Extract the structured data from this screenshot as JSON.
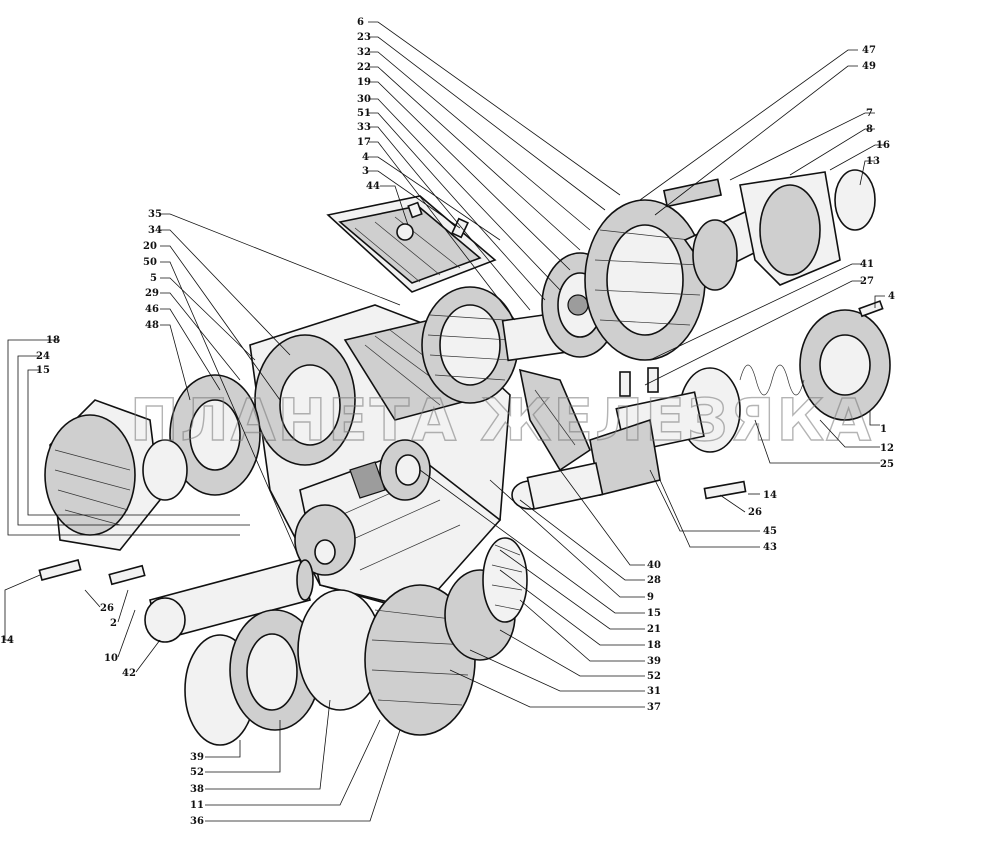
{
  "diagram": {
    "watermark": "ПЛАНЕТА ЖЕЛЕЗЯКА",
    "callouts": {
      "c6": "6",
      "c23": "23",
      "c32": "32",
      "c22": "22",
      "c19": "19",
      "c30": "30",
      "c51": "51",
      "c33": "33",
      "c17": "17",
      "c4a": "4",
      "c3": "3",
      "c44": "44",
      "c35": "35",
      "c34": "34",
      "c20": "20",
      "c50": "50",
      "c5": "5",
      "c29": "29",
      "c46": "46",
      "c48": "48",
      "c18a": "18",
      "c24": "24",
      "c15a": "15",
      "c47": "47",
      "c49": "49",
      "c7": "7",
      "c8": "8",
      "c16": "16",
      "c13": "13",
      "c41": "41",
      "c27": "27",
      "c4b": "4",
      "c1": "1",
      "c12": "12",
      "c25": "25",
      "c14b": "14",
      "c26b": "26",
      "c45": "45",
      "c43": "43",
      "c40": "40",
      "c28": "28",
      "c9": "9",
      "c15b": "15",
      "c21": "21",
      "c18b": "18",
      "c39a": "39",
      "c52a": "52",
      "c31": "31",
      "c37": "37",
      "c14a": "14",
      "c26a": "26",
      "c2": "2",
      "c10": "10",
      "c42": "42",
      "c39b": "39",
      "c52b": "52",
      "c38": "38",
      "c11": "11",
      "c36": "36"
    }
  },
  "palette": {
    "ink": "#111111",
    "paper": "#ffffff",
    "shade": "#9c9c9c"
  }
}
